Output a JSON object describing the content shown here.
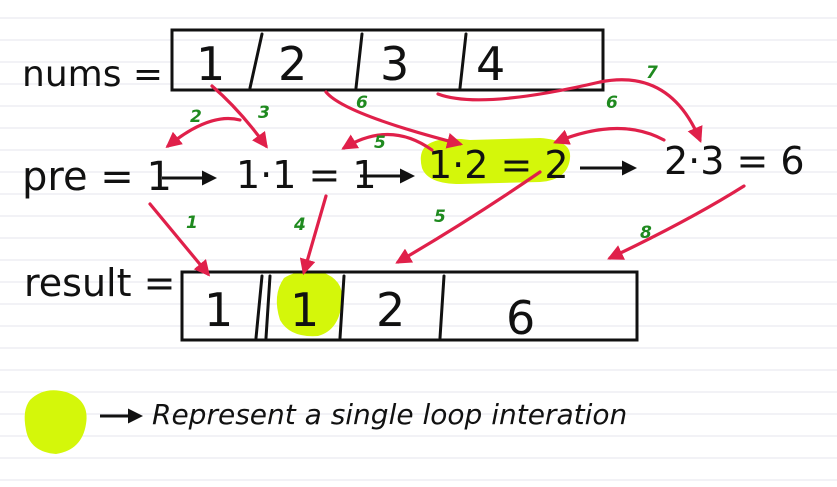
{
  "nums": {
    "label": "nums =",
    "values": [
      "1",
      "2",
      "3",
      "4"
    ]
  },
  "pre": {
    "label": "pre = 1",
    "step1": "1·1 = 1",
    "step2": "1·2 = 2",
    "step3": "2·3 = 6"
  },
  "result": {
    "label": "result =",
    "values": [
      "1",
      "1",
      "2",
      "6"
    ]
  },
  "steps": [
    "1",
    "2",
    "3",
    "4",
    "5",
    "5",
    "6",
    "6",
    "7",
    "8"
  ],
  "legend": {
    "text": "Represent a single loop interation"
  },
  "colors": {
    "arrow": "#e0204a",
    "highlight": "#d4f70a",
    "step_number": "#1f8a1f",
    "ink": "#111111",
    "ruled_line": "#e6e6ee"
  }
}
